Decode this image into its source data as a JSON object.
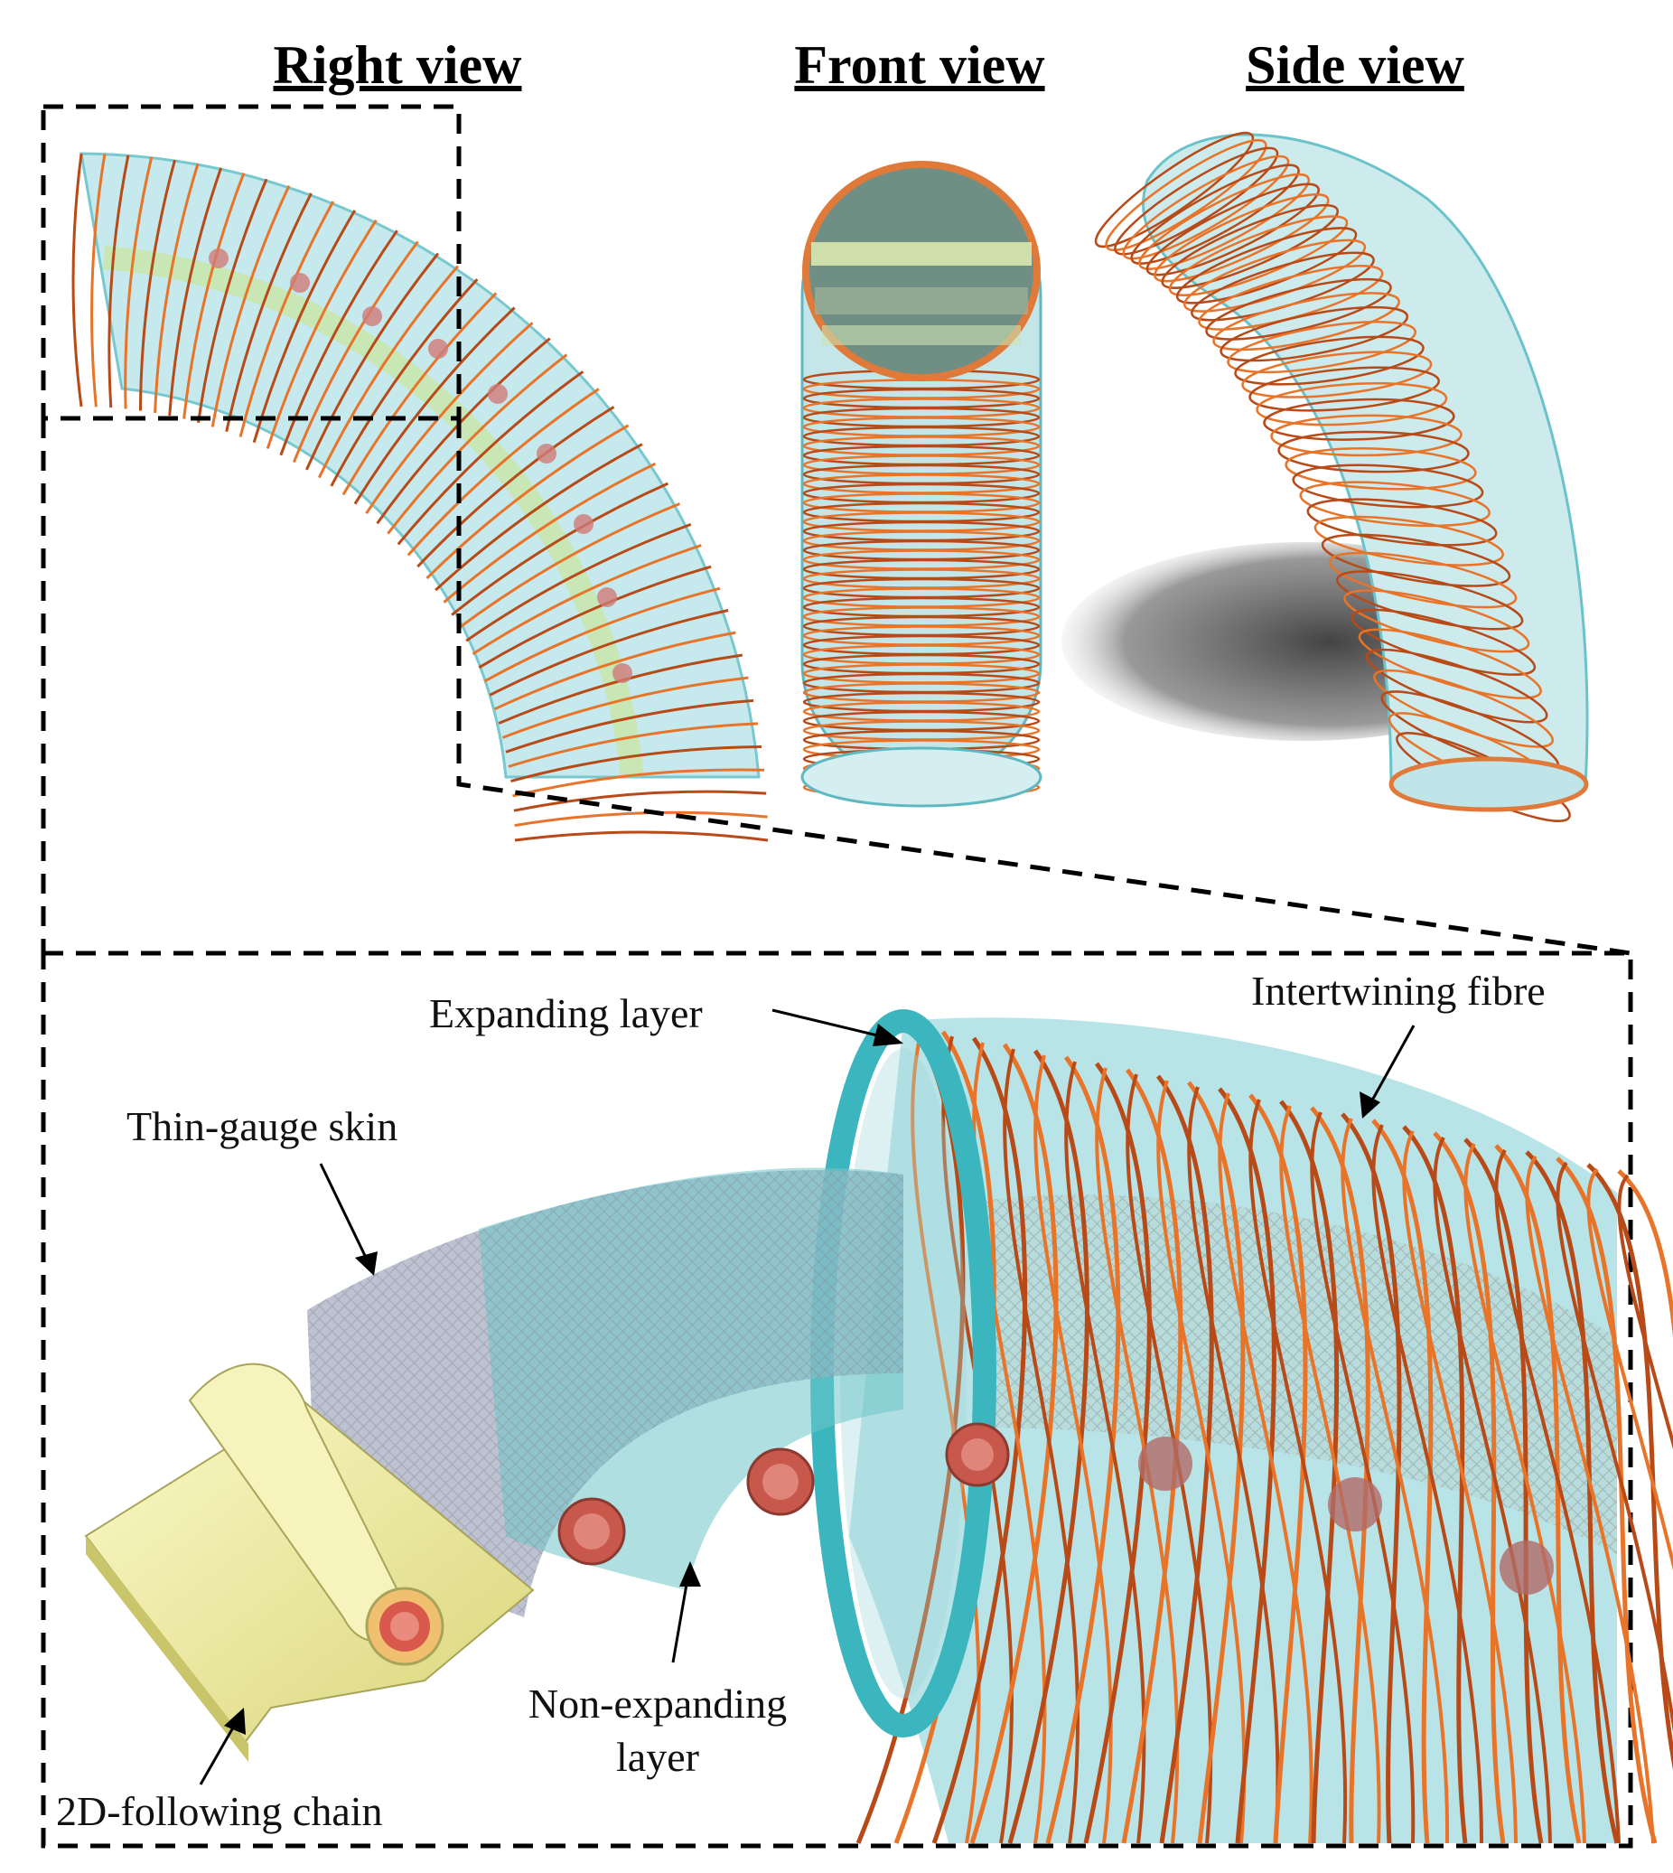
{
  "view_titles": {
    "right": "Right view",
    "front": "Front view",
    "side": "Side view"
  },
  "callouts": {
    "expanding_layer": "Expanding layer",
    "intertwining_fibre": "Intertwining fibre",
    "thin_gauge_skin": "Thin-gauge skin",
    "non_expanding_line1": "Non-expanding",
    "non_expanding_line2": "layer",
    "chain": "2D-following chain"
  },
  "colors": {
    "tube": "#8fd3d9",
    "tube_edge": "#3fb3bd",
    "fibre": "#e8742a",
    "fibre_dark": "#b84a18",
    "joint": "#c9584c",
    "chain": "#f3f0b0",
    "skin": "#9aa0b8",
    "shadow": "#444444"
  }
}
